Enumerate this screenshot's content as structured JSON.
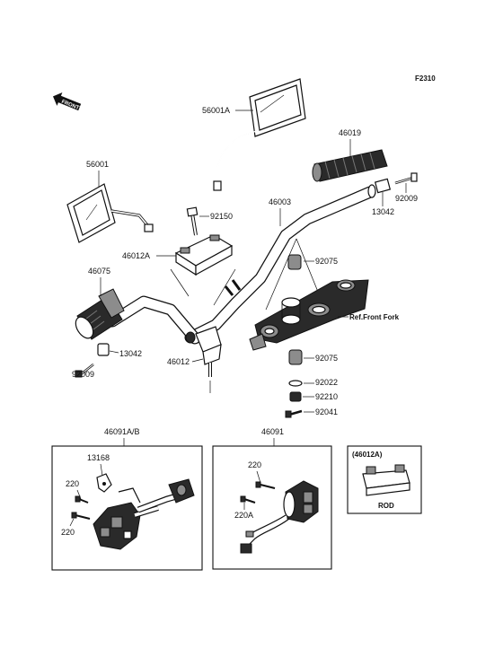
{
  "figure_code": "F2310",
  "front_marker": "FRONT",
  "labels": {
    "p56001A": "56001A",
    "p56001": "56001",
    "p46019": "46019",
    "p46003": "46003",
    "p92150": "92150",
    "p46012A": "46012A",
    "p92009_top": "92009",
    "p13042_top": "13042",
    "p46075": "46075",
    "p92075_top": "92075",
    "p13042_bot": "13042",
    "p92009_bot": "92009",
    "p46012": "46012",
    "p92075_bot": "92075",
    "p92022": "92022",
    "p92210": "92210",
    "p92041": "92041",
    "ref_front_fork": "Ref.Front Fork",
    "p46091AB": "46091A/B",
    "p13168": "13168",
    "p220_a": "220",
    "p220_b": "220",
    "p46091": "46091",
    "p220_c": "220",
    "p220A": "220A",
    "inset_title": "(46012A)",
    "inset_note": "ROD"
  },
  "colors": {
    "line": "#111111",
    "dark_part": "#2a2a2a",
    "mid_part": "#8c8c8c",
    "background": "#ffffff"
  }
}
